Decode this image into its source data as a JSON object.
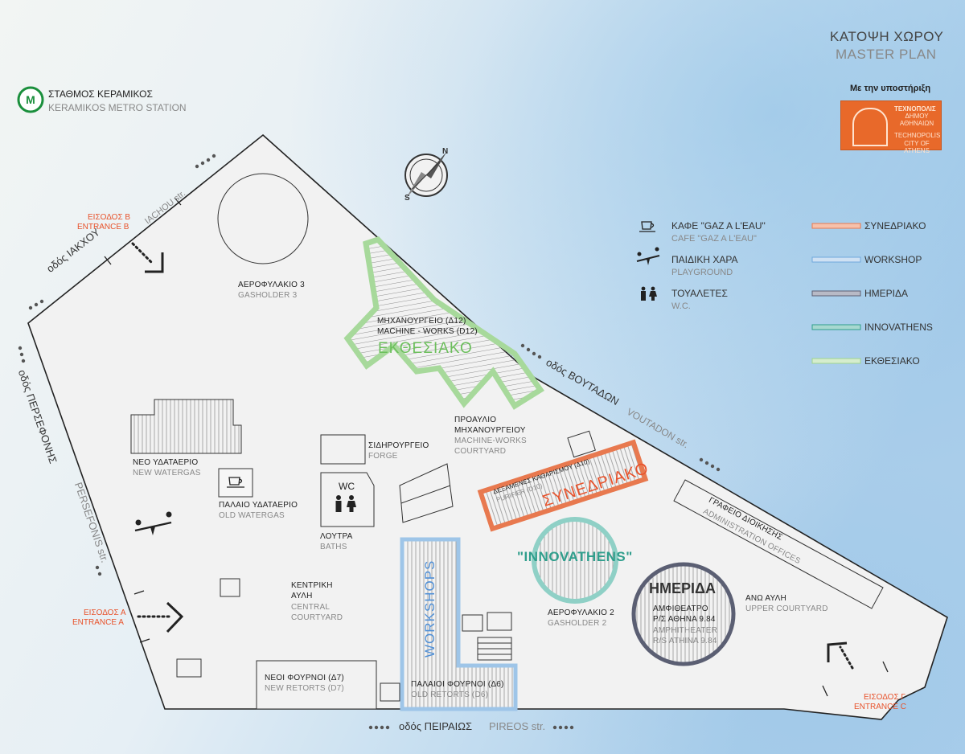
{
  "header": {
    "title_gr": "ΚΑΤΟΨΗ ΧΩΡΟΥ",
    "title_en": "MASTER PLAN"
  },
  "metro": {
    "name_gr": "ΣΤΑΘΜΟΣ ΚΕΡΑΜΙΚΟΣ",
    "name_en": "KERAMIKOS METRO STATION",
    "color": "#1a8f3c"
  },
  "sponsor": {
    "label": "Με την υποστήριξη",
    "logo_gr_1": "ΤΕΧΝΟΠΟΛΙΣ",
    "logo_gr_2": "ΔΗΜΟΥ ΑΘΗΝΑΙΩΝ",
    "logo_en_1": "TECHNOPOLIS",
    "logo_en_2": "CITY OF ATHENS",
    "color": "#e8692a"
  },
  "compass": {
    "north": "N",
    "south": "S"
  },
  "streets": {
    "iakchou_gr": "οδός ΙΑΚΧΟΥ",
    "iakchou_en": "IACHOU str.",
    "persefonis_gr": "οδός ΠΕΡΣΕΦΟΝΗΣ",
    "persefonis_en": "PERSEFONIS str.",
    "voutadon_gr": "οδός ΒΟΥΤΑΔΩΝ",
    "voutadon_en": "VOUTADON str.",
    "pireos_gr": "οδός ΠΕΙΡΑΙΩΣ",
    "pireos_en": "PIREOS str."
  },
  "entrances": {
    "b_gr": "ΕΙΣΟΔΟΣ Β",
    "b_en": "ENTRANCE B",
    "a_gr": "ΕΙΣΟΔΟΣ Α",
    "a_en": "ENTRANCE A",
    "c_gr": "ΕΙΣΟΔΟΣ Γ",
    "c_en": "ENTRANCE C",
    "color": "#e8522b"
  },
  "buildings": {
    "gasholder3_gr": "ΑΕΡΟΦΥΛΑΚΙΟ 3",
    "gasholder3_en": "GASHOLDER 3",
    "machine_gr": "ΜΗΧΑΝΟΥΡΓΕΙΟ (Δ12)",
    "machine_en": "MACHINE - WORKS (D12)",
    "new_watergas_gr": "ΝΕΟ ΥΔΑΤΑΕΡΙΟ",
    "new_watergas_en": "NEW WATERGAS",
    "old_watergas_gr": "ΠΑΛΑΙΟ ΥΔΑΤΑΕΡΙΟ",
    "old_watergas_en": "OLD WATERGAS",
    "forge_gr": "ΣΙΔΗΡΟΥΡΓΕΙΟ",
    "forge_en": "FORGE",
    "courtyard_mw_gr1": "ΠΡΟΑΥΛΙΟ",
    "courtyard_mw_gr2": "ΜΗΧΑΝΟΥΡΓΕΙΟΥ",
    "courtyard_mw_en1": "MACHINE-WORKS",
    "courtyard_mw_en2": "COURTYARD",
    "wc_label": "WC",
    "baths_gr": "ΛΟΥΤΡΑ",
    "baths_en": "BATHS",
    "purifier_gr": "ΔΕΞΑΜΕΝΕΣ ΚΑΘΑΡΙΣΜΟΥ (Δ10)",
    "purifier_en": "PURIFIER (D10)",
    "central_gr1": "ΚΕΝΤΡΙΚΗ",
    "central_gr2": "ΑΥΛΗ",
    "central_en1": "CENTRAL",
    "central_en2": "COURTYARD",
    "gasholder2_gr": "ΑΕΡΟΦΥΛΑΚΙΟ 2",
    "gasholder2_en": "GASHOLDER 2",
    "amph_gr1": "ΑΜΦΙΘΕΑΤΡΟ",
    "amph_gr2": "Ρ/Σ ΑΘΗΝΑ 9.84",
    "amph_en1": "AMPHITHEATER",
    "amph_en2": "R/S ATHINA 9.84",
    "admin_gr": "ΓΡΑΦΕΙΟ ΔΙΟΙΚΗΣΗΣ",
    "admin_en": "ADMINISTRATION OFFICES",
    "upper_gr": "ΑΝΩ ΑΥΛΗ",
    "upper_en": "UPPER COURTYARD",
    "new_retorts_gr": "ΝΕΟΙ ΦΟΥΡΝΟΙ (Δ7)",
    "new_retorts_en": "NEW RETORTS (D7)",
    "old_retorts_gr": "ΠΑΛΑΙΟΙ ΦΟΥΡΝΟΙ (Δ6)",
    "old_retorts_en": "OLD RETORTS (D6)"
  },
  "zones": {
    "ektheisako": "ΕΚΘΕΣΙΑΚΟ",
    "synedriako": "ΣΥΝΕΔΡΙΑΚΟ",
    "innovathens": "\"INNOVATHENS\"",
    "imerida": "ΗΜΕΡΙΔΑ",
    "workshops": "WORKSHOPS"
  },
  "legend_amenities": [
    {
      "icon": "cup-icon",
      "gr": "ΚΑΦΕ \"GAZ A L'EAU\"",
      "en": "CAFE \"GAZ A L'EAU\""
    },
    {
      "icon": "seesaw-icon",
      "gr": "ΠΑΙΔΙΚΗ ΧΑΡΑ",
      "en": "PLAYGROUND"
    },
    {
      "icon": "restroom-icon",
      "gr": "ΤΟΥΑΛΕΤΕΣ",
      "en": "W.C."
    }
  ],
  "legend_zones": [
    {
      "label": "ΣΥΝΕΔΡΙΑΚΟ",
      "color": "#e8794f"
    },
    {
      "label": "WORKSHOP",
      "color": "#6fa8dc"
    },
    {
      "label": "ΗΜΕΡΙΔΑ",
      "color": "#5b5f73"
    },
    {
      "label": "INNOVATHENS",
      "color": "#2f9e8c"
    },
    {
      "label": "ΕΚΘΕΣΙΑΚΟ",
      "color": "#9fd48f"
    }
  ]
}
